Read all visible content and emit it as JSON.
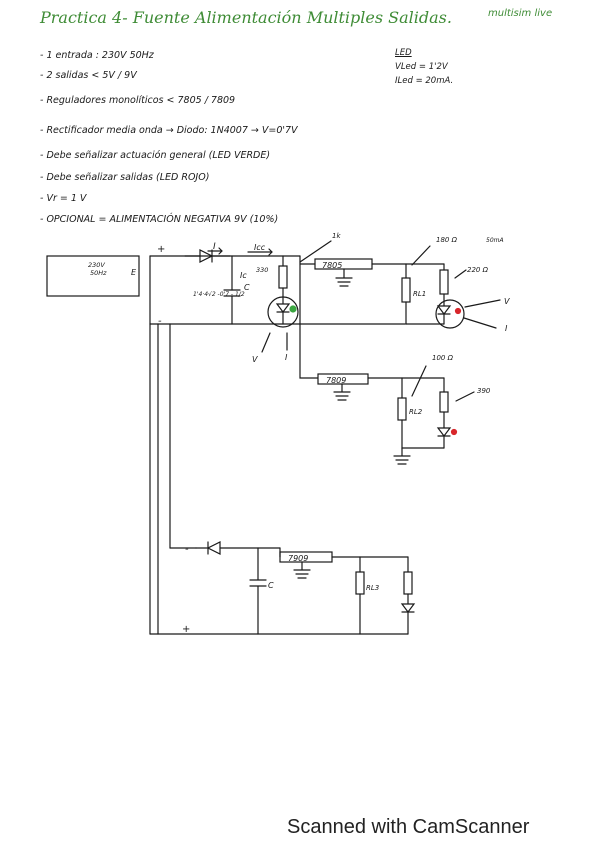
{
  "title": "Practica 4- Fuente  Alimentación  Multiples  Salidas.",
  "title_note": "multisim live",
  "requirements": [
    "- 1 entrada : 230V    50Hz",
    "- 2 salidas < 5V / 9V",
    "- Reguladores monolíticos < 7805 / 7809",
    "- Rectificador media onda → Diodo: 1N4007 → V=0'7V",
    "- Debe señalizar actuación general (LED VERDE)",
    "- Debe señalizar salidas (LED ROJO)",
    "- Vr = 1 V",
    "- OPCIONAL = ALIMENTACIÓN NEGATIVA 9V (10%)"
  ],
  "led_spec": {
    "title": "LED",
    "vled": "VLed = 1'2V",
    "iled": "ILed = 20mA."
  },
  "schematic": {
    "source_label_1": "230V",
    "source_label_2": "50Hz",
    "plus": "+",
    "minus": "-",
    "current_i": "I",
    "current_icc": "Icc",
    "current_ic": "Ic",
    "capacitor_c": "C",
    "cap_formula": "1'4·4√2 -0'7 - 1/2",
    "res_1k": "1k",
    "res_330": "330",
    "reg_7805": "7805",
    "reg_7809_a": "7809",
    "reg_7809_b": "7909",
    "rl1": "RL1",
    "rl2": "RL2",
    "rl3": "RL3",
    "res_180": "180 Ω",
    "current_50ma": "50mA",
    "res_220": "220 Ω",
    "res_100": "100 Ω",
    "res_390": "390",
    "led_v": "V",
    "led_i": "I",
    "arrow_v": "V",
    "arrow_i": "I",
    "minus_2": "-",
    "plus_2": "+",
    "cap_c2": "C"
  },
  "footer": "Scanned with CamScanner",
  "colors": {
    "title_green": "#3f8c36",
    "led_green": "#3aa640",
    "led_red": "#d8262b",
    "ink": "#1a1a1a"
  }
}
